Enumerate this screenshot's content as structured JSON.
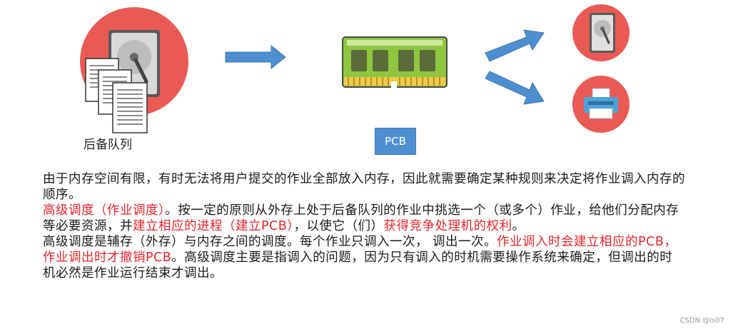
{
  "diagram": {
    "queue_label": "后备队列",
    "pcb_label": "PCB"
  },
  "icons": {
    "storage": "hard-disk-icon",
    "documents": "document-stack-icon",
    "memory": "memory-module-icon",
    "output_disk": "hard-disk-icon",
    "printer": "printer-icon",
    "arrow": "arrow-right-icon"
  },
  "colors": {
    "circle": "#ea5a55",
    "arrow": "#4e8fd0",
    "highlight": "#e8262a"
  },
  "text": {
    "p1": "由于内存空间有限，有时无法将用户提交的作业全部放入内存，因此就需要确定某种规则来决定将作业调入内存的顺序。",
    "p2_a": "高级调度（作业调度）",
    "p2_b": "。按一定的原则从外存上处于后备队列的作业中挑选一个（或多个）作业，给他们分配内存等必要资源，并",
    "p2_c": "建立相应的进程（建立PCB）",
    "p2_d": "，以使它（们）",
    "p2_e": "获得竞争处理机的权利",
    "p2_f": "。",
    "p3_a": "高级调度是辅存（外存）与内存之间的调度。每个作业只调入一次， 调出一次。",
    "p3_b": "作业调入时会建立相应的PCB，作业调出时才撤销PCB",
    "p3_c": "。高级调度主要是指调入的问题，因为只有调入的时机需要操作系统来确定，但调出的时机必然是作业运行结束才调出。"
  },
  "watermark": "CSDN @ls07"
}
